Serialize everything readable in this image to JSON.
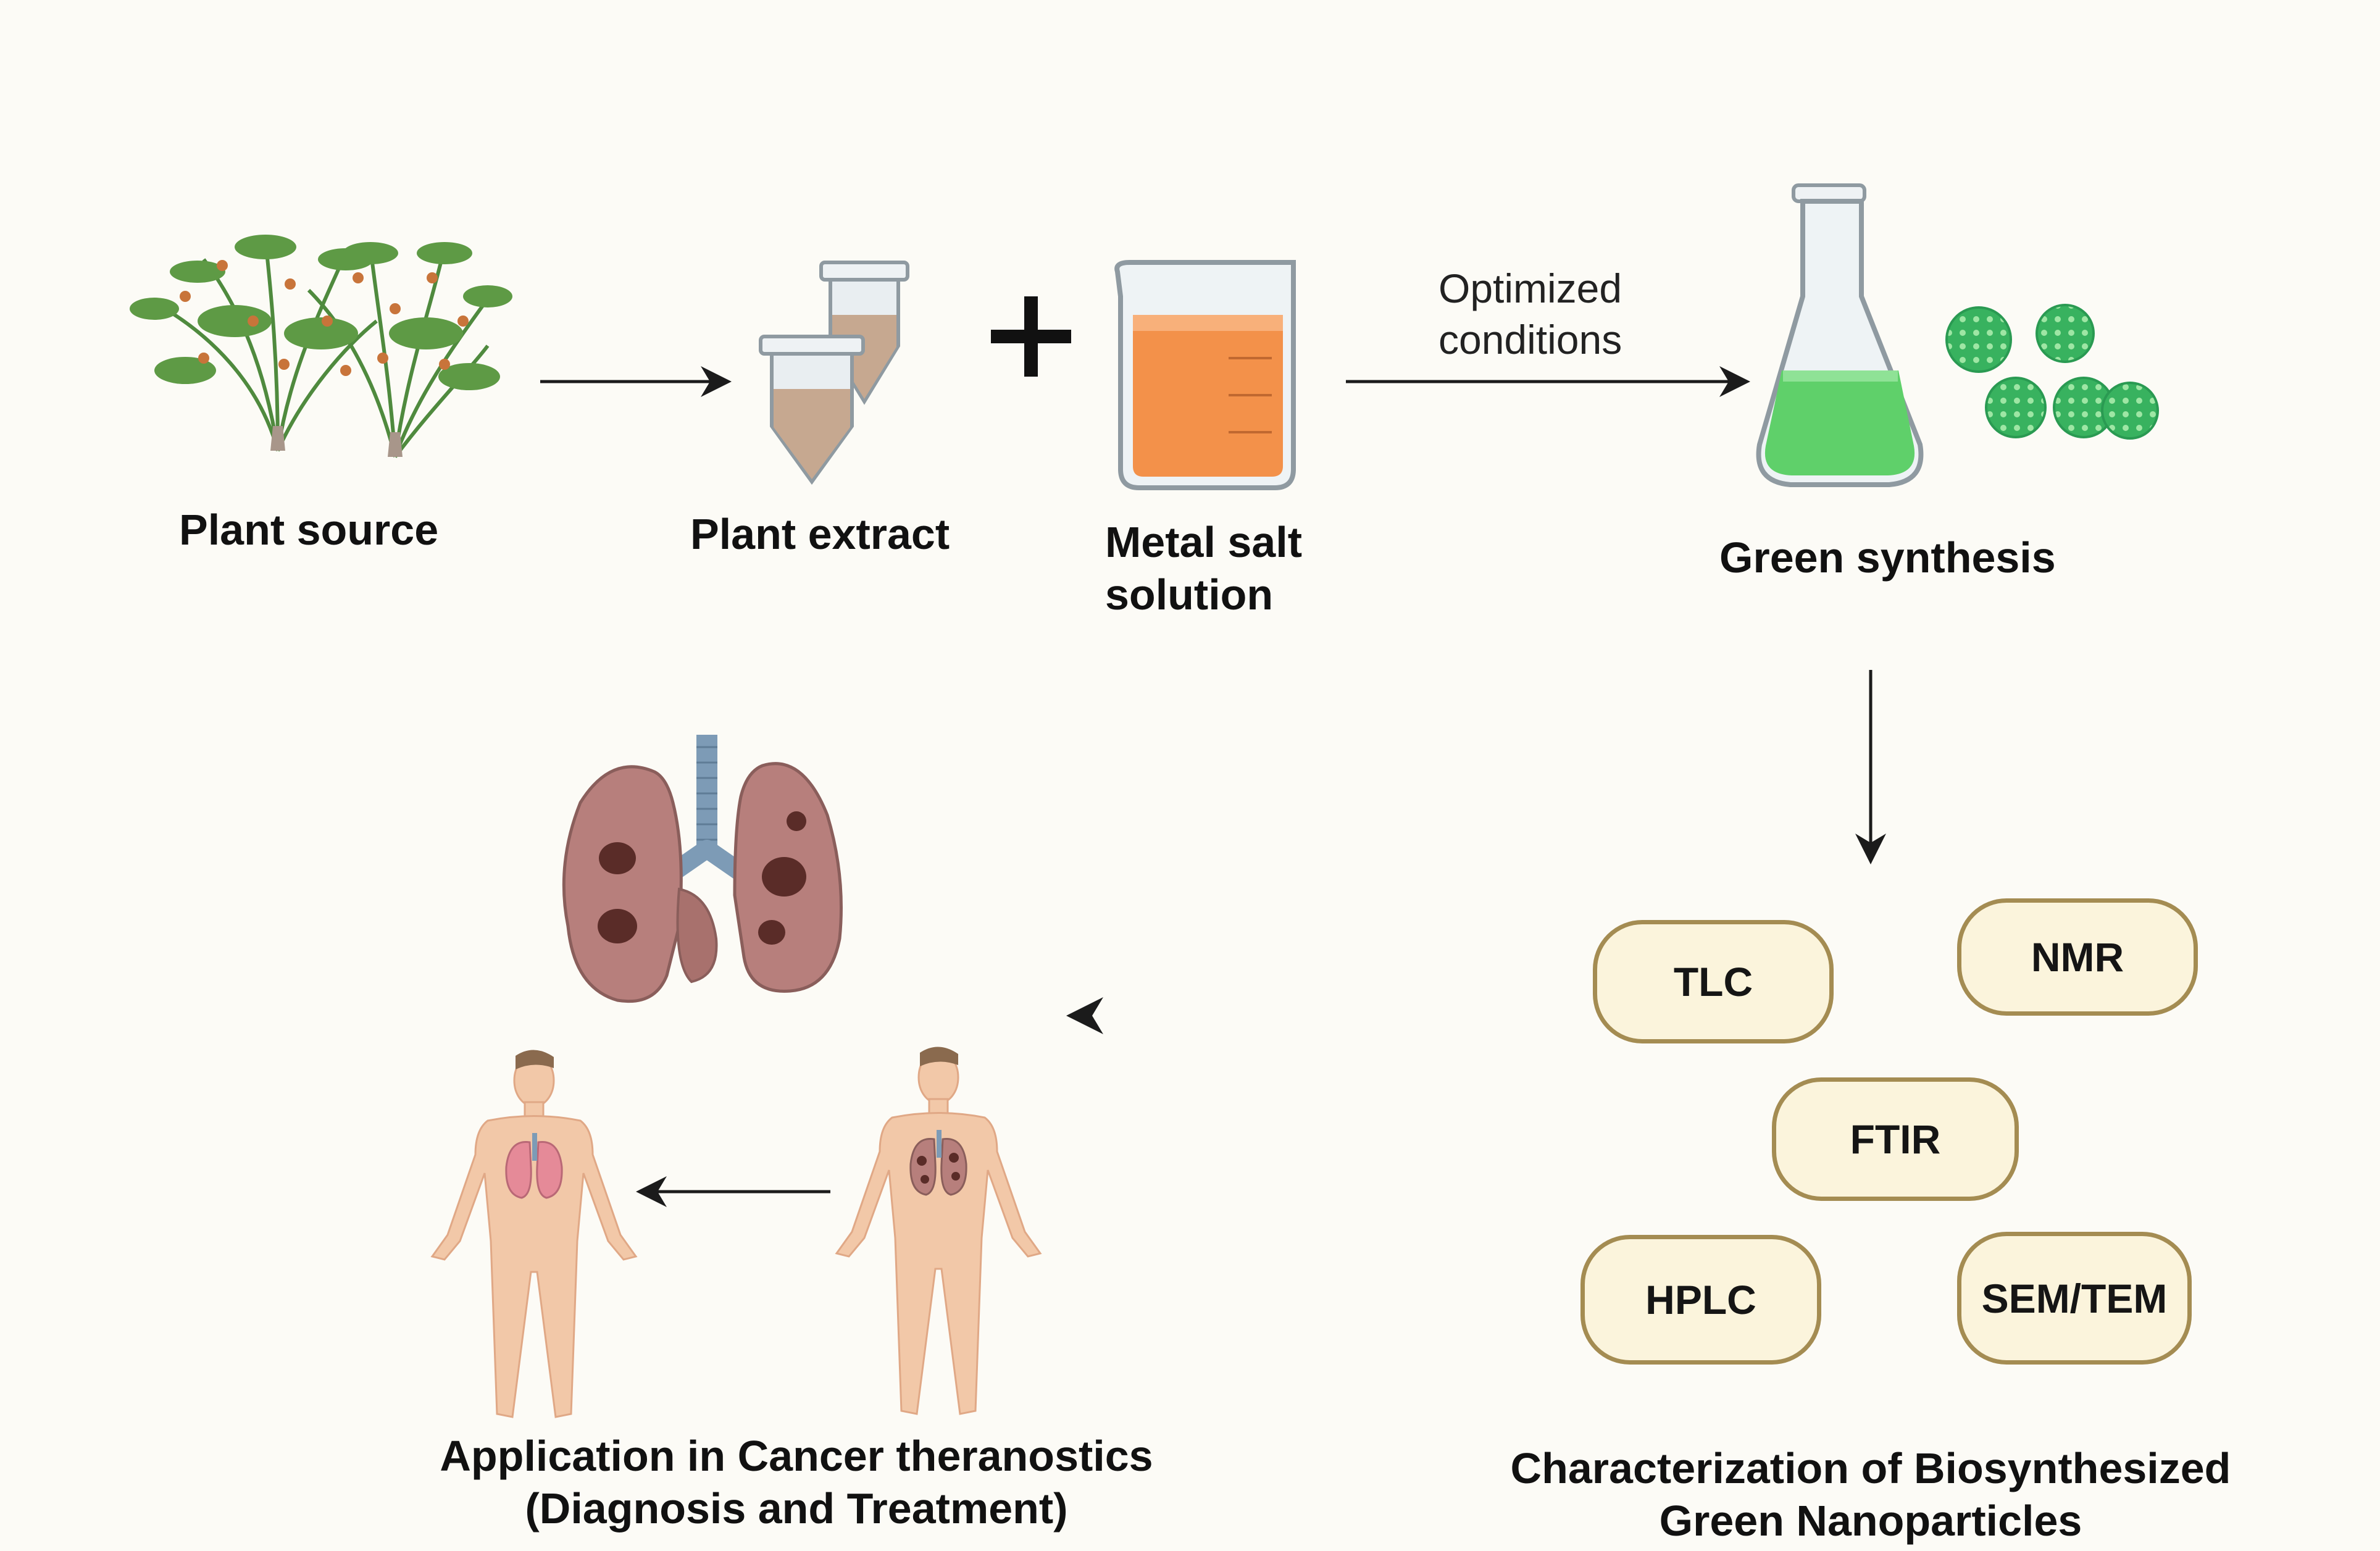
{
  "labels": {
    "plant_source": "Plant source",
    "plant_extract": "Plant extract",
    "metal_salt_line1": "Metal salt",
    "metal_salt_line2": "solution",
    "optimized_line1": "Optimized",
    "optimized_line2": "conditions",
    "green_synthesis": "Green synthesis",
    "characterization_line1": "Characterization of Biosynthesized",
    "characterization_line2": "Green Nanoparticles",
    "application_line1": "Application in Cancer theranostics",
    "application_line2": "(Diagnosis and Treatment)"
  },
  "techniques": {
    "tlc": "TLC",
    "nmr": "NMR",
    "ftir": "FTIR",
    "hplc": "HPLC",
    "sem_tem": "SEM/TEM"
  },
  "icons": [
    "plant-icon",
    "tubes-icon",
    "plus-icon",
    "beaker-icon",
    "flask-icon",
    "nanoparticle-icon",
    "lungs-icon",
    "human-body-icon"
  ],
  "colors": {
    "background": "#fcfbf6",
    "pill_fill": "#fbf4dc",
    "pill_border": "#a48c52",
    "solution_orange": "#f3914a",
    "green_solution": "#5fd06a",
    "nanoparticle_green": "#3fb863",
    "lung_tissue": "#b77f7c",
    "tumor": "#5a2c28",
    "skin": "#f2c8a8"
  }
}
